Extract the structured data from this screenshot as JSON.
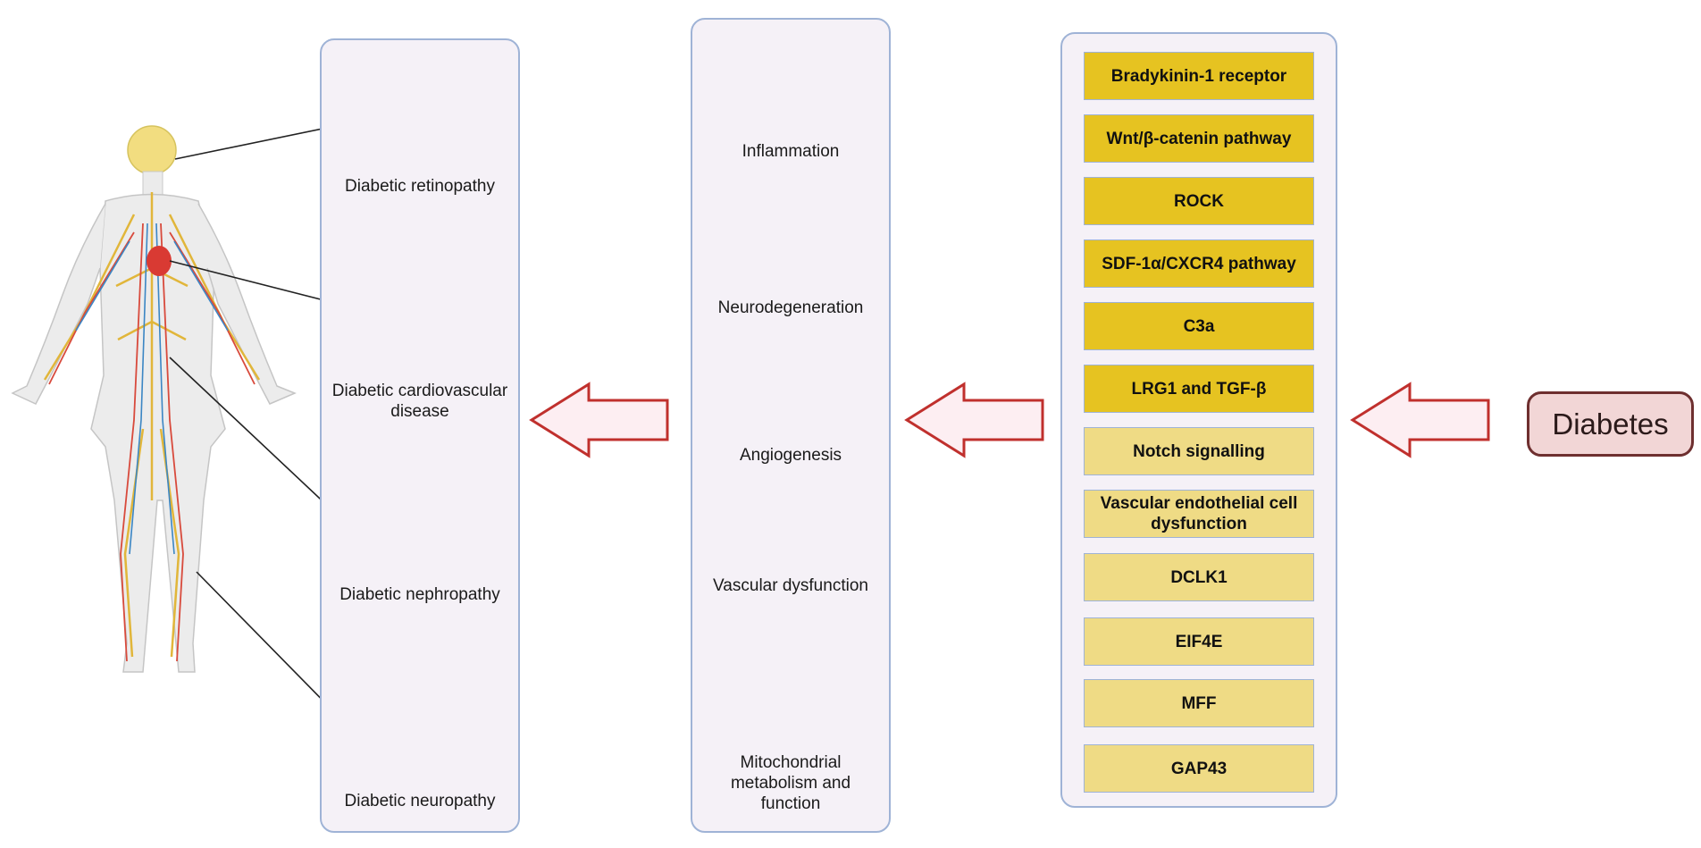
{
  "complications": [
    {
      "label": "Diabetic retinopathy"
    },
    {
      "label": "Diabetic cardiovascular disease"
    },
    {
      "label": "Diabetic nephropathy"
    },
    {
      "label": "Diabetic neuropathy"
    }
  ],
  "mechanisms": [
    {
      "label": "Inflammation"
    },
    {
      "label": "Neurodegeneration"
    },
    {
      "label": "Angiogenesis"
    },
    {
      "label": "Vascular dysfunction"
    },
    {
      "label": "Mitochondrial metabolism and function"
    }
  ],
  "factors": [
    {
      "label": "Bradykinin-1 receptor",
      "shade": "dark"
    },
    {
      "label": "Wnt/β-catenin pathway",
      "shade": "dark"
    },
    {
      "label": "ROCK",
      "shade": "dark"
    },
    {
      "label": "SDF-1α/CXCR4 pathway",
      "shade": "dark"
    },
    {
      "label": "C3a",
      "shade": "dark"
    },
    {
      "label": "LRG1 and TGF-β",
      "shade": "dark"
    },
    {
      "label": "Notch signalling",
      "shade": "light"
    },
    {
      "label": "Vascular endothelial cell dysfunction",
      "shade": "light"
    },
    {
      "label": "DCLK1",
      "shade": "light"
    },
    {
      "label": "EIF4E",
      "shade": "light"
    },
    {
      "label": "MFF",
      "shade": "light"
    },
    {
      "label": "GAP43",
      "shade": "light"
    }
  ],
  "source": {
    "label": "Diabetes"
  },
  "colors": {
    "factor_dark": "#e6c321",
    "factor_light": "#efdb85",
    "arrow_stroke": "#c0302d",
    "arrow_fill": "#fdeef2",
    "panel_border": "#9fb3d6"
  }
}
